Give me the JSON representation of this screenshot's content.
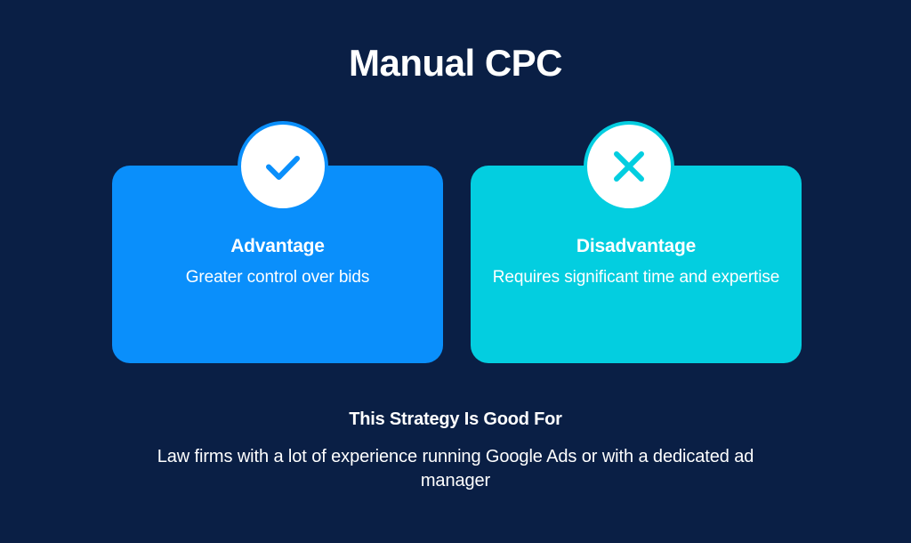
{
  "page": {
    "title": "Manual CPC",
    "background_color": "#0a1f45"
  },
  "cards": [
    {
      "id": "advantage",
      "icon": "check-icon",
      "heading": "Advantage",
      "body": "Greater control over bids",
      "color": "#0a8ffb"
    },
    {
      "id": "disadvantage",
      "icon": "cross-icon",
      "heading": "Disadvantage",
      "body": "Requires significant time and expertise",
      "color": "#03cee0"
    }
  ],
  "footer": {
    "heading": "This Strategy Is Good For",
    "body": "Law firms with a lot of experience running Google Ads or with a dedicated ad manager"
  }
}
